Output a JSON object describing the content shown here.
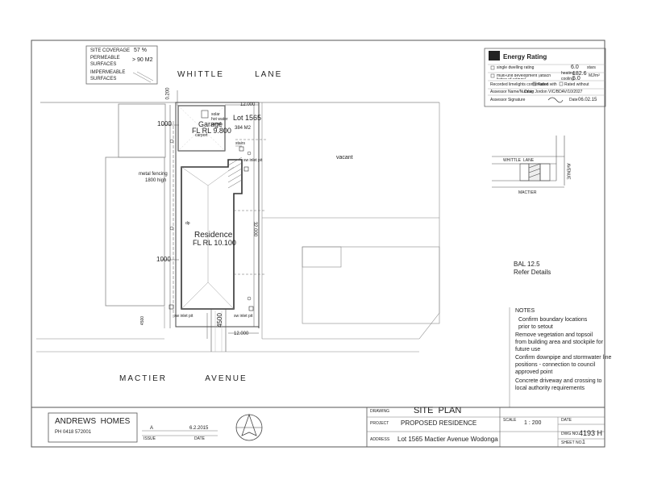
{
  "legend": {
    "site_coverage_label": "SITE COVERAGE",
    "site_coverage_value": "57 %",
    "permeable_label_1": "PERMEABLE",
    "permeable_label_2": "SURFACES",
    "permeable_value": "> 90 M2",
    "impermeable_label_1": "IMPERMEABLE",
    "impermeable_label_2": "SURFACES"
  },
  "streets": {
    "whittle_lane": "WHITTLE        LANE",
    "mactier_avenue": "MACTIER          AVENUE",
    "mini_whittle": "WHITTLE",
    "mini_lane": "LANE",
    "mini_avenue": "AVENUE",
    "mini_mactier": "MACTIER"
  },
  "plan": {
    "garage_label": "Garage",
    "garage_rl": "FL RL 9.800",
    "lot_label": "Lot 1565",
    "lot_area": "384 M2",
    "residence_label": "Residence",
    "residence_rl": "FL RL 10.100",
    "vacant": "vacant",
    "fencing_1": "metal fencing",
    "fencing_2": "1800 high",
    "setback_top": "1000",
    "setback_mid": "1000",
    "front_setback": "4500",
    "width_top": "12.000",
    "width_bottom": "12.000",
    "depth": "32.000",
    "side_dim": "0.200",
    "dim_left": "4500",
    "solar": "solar",
    "hot_water": "hot water",
    "panel": "panel",
    "carport": "carport",
    "sw_inlet_pit_1": "sw inlet pit",
    "sw_inlet_pit_2": "sw inlet pit",
    "sw_inlet_pit_3": "sw inlet pit",
    "stairs": "stairs",
    "dp": "dp"
  },
  "energy": {
    "title": "Energy Rating",
    "row1_label": "single dwelling rating",
    "row1_value": "6.0",
    "row1_unit": "stars",
    "row2_label": "multi-unit development (attach listing of ratings)",
    "row2_heating_label": "heating",
    "row2_heating": "182.6",
    "row2_cooling_label": "cooling",
    "row2_cooling": "5.0",
    "row2_unit": "MJ/m²",
    "row3_label": "Recorded limelights confirmation",
    "row3_opt1": "Rated with",
    "row3_opt2": "Rated without",
    "assessor_name_label": "Assessor Name/Number",
    "assessor_name": "Craig Jordon VIC/BDAV/10/2027",
    "assessor_sig_label": "Assessor Signature",
    "date_label": "Date",
    "date": "06.02.15"
  },
  "bal": {
    "line1": "BAL 12.5",
    "line2": "Refer Details"
  },
  "notes": {
    "title": "NOTES",
    "items": [
      "Confirm boundary locations",
      "prior to setout",
      "Remove vegetation and topsoil",
      "from building area and stockpile for",
      "future use",
      "Confirm downpipe and stormwater line",
      "positions - connection to council",
      "approved point",
      "Concrete driveway and crossing to",
      "local authority requirements"
    ]
  },
  "title_block": {
    "company": "ANDREWS  HOMES",
    "phone": "PH  0418 572001",
    "issue_letter": "A",
    "issue_date": "6.2.2015",
    "issue_label": "ISSUE",
    "date_label": "DATE",
    "drawing_label": "DRAWING",
    "drawing": "SITE  PLAN",
    "project_label": "PROJECT",
    "project": "PROPOSED RESIDENCE",
    "address_label": "ADDRESS",
    "address": "Lot 1565 Mactier Avenue Wodonga",
    "scale_label": "SCALE",
    "scale": "1 : 200",
    "dwg_date_label": "DATE",
    "dwg_no_label": "DWG NO.",
    "dwg_no": "4193 H",
    "sheet_label": "SHEET NO.",
    "sheet": "1"
  }
}
